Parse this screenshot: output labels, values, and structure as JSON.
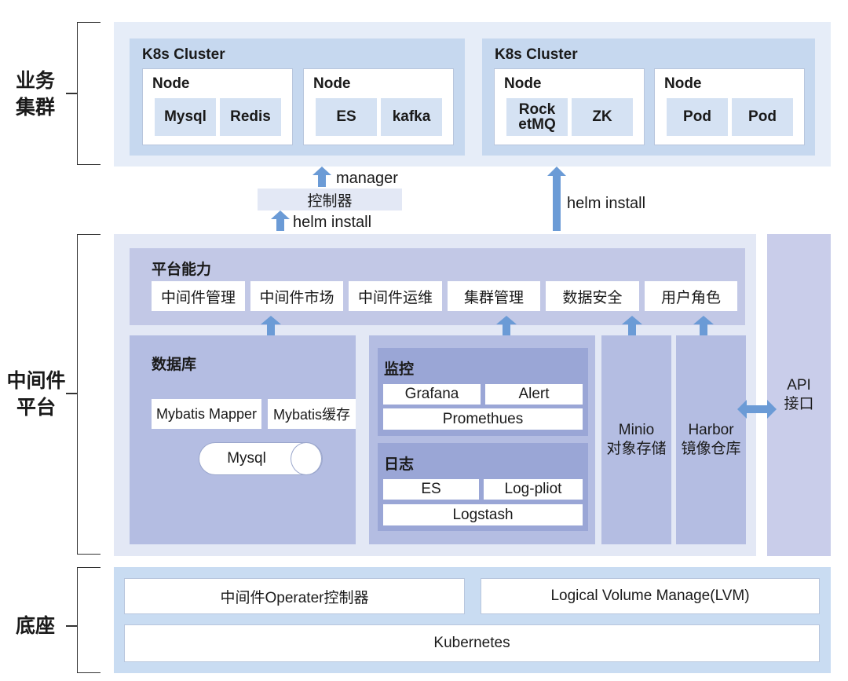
{
  "tiers": {
    "business": [
      "业务",
      "集群"
    ],
    "middleware": [
      "中间件",
      "平台"
    ],
    "base": [
      "底座"
    ]
  },
  "clusters": [
    {
      "title": "K8s Cluster",
      "nodes": [
        {
          "title": "Node",
          "items": [
            "Mysql",
            "Redis"
          ]
        },
        {
          "title": "Node",
          "items": [
            "ES",
            "kafka"
          ]
        }
      ]
    },
    {
      "title": "K8s Cluster",
      "nodes": [
        {
          "title": "Node",
          "items": [
            "Rock etMQ",
            "ZK"
          ]
        },
        {
          "title": "Node",
          "items": [
            "Pod",
            "Pod"
          ]
        }
      ]
    }
  ],
  "flow": {
    "manager": "manager",
    "controller": "控制器",
    "helm_install_left": "helm install",
    "helm_install_right": "helm install"
  },
  "platform": {
    "title": "平台能力",
    "items": [
      "中间件管理",
      "中间件市场",
      "中间件运维",
      "集群管理",
      "数据安全",
      "用户角色"
    ]
  },
  "database": {
    "title": "数据库",
    "mapper": "Mybatis Mapper",
    "cache": "Mybatis缓存",
    "mysql": "Mysql"
  },
  "monitor": {
    "title": "监控",
    "grafana": "Grafana",
    "alert": "Alert",
    "prometheus": "Promethues"
  },
  "logs": {
    "title": "日志",
    "es": "ES",
    "logpilot": "Log-pliot",
    "logstash": "Logstash"
  },
  "minio": [
    "Minio",
    "对象存储"
  ],
  "harbor": [
    "Harbor",
    "镜像仓库"
  ],
  "api": [
    "API",
    "接口"
  ],
  "base": {
    "operator": "中间件Operater控制器",
    "lvm": "Logical Volume Manage(LVM)",
    "kubernetes": "Kubernetes"
  },
  "colors": {
    "business_bg": "#e6edf8",
    "cluster_bg": "#c6d8ef",
    "item_bg": "#d5e2f3",
    "platform_bg": "#e3e8f5",
    "capability_bg": "#c2c8e6",
    "panel_bg": "#b4bde2",
    "group_bg": "#9aa6d6",
    "api_bg": "#c9cdea",
    "base_bg": "#c9dcf2",
    "arrow": "#6b9bd6"
  }
}
